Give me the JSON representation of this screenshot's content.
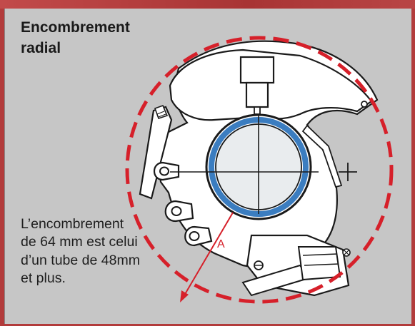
{
  "title_lines": [
    "Encombrement",
    "radial"
  ],
  "caption_lines": [
    "L’encombrement",
    "de 64 mm est celui",
    "d’un tube de 48mm",
    "et plus."
  ],
  "dimension_label": "A",
  "colors": {
    "background": "#c6c6c6",
    "frame_red": "#b23b3b",
    "dashed_circle": "#d6202a",
    "tube_ring": "#3b7dc0",
    "body": "#ffffff",
    "outline": "#1a1a1a"
  },
  "icons": [
    "dashed-envelope-circle",
    "dimension-arrow",
    "tube-crosshair"
  ]
}
